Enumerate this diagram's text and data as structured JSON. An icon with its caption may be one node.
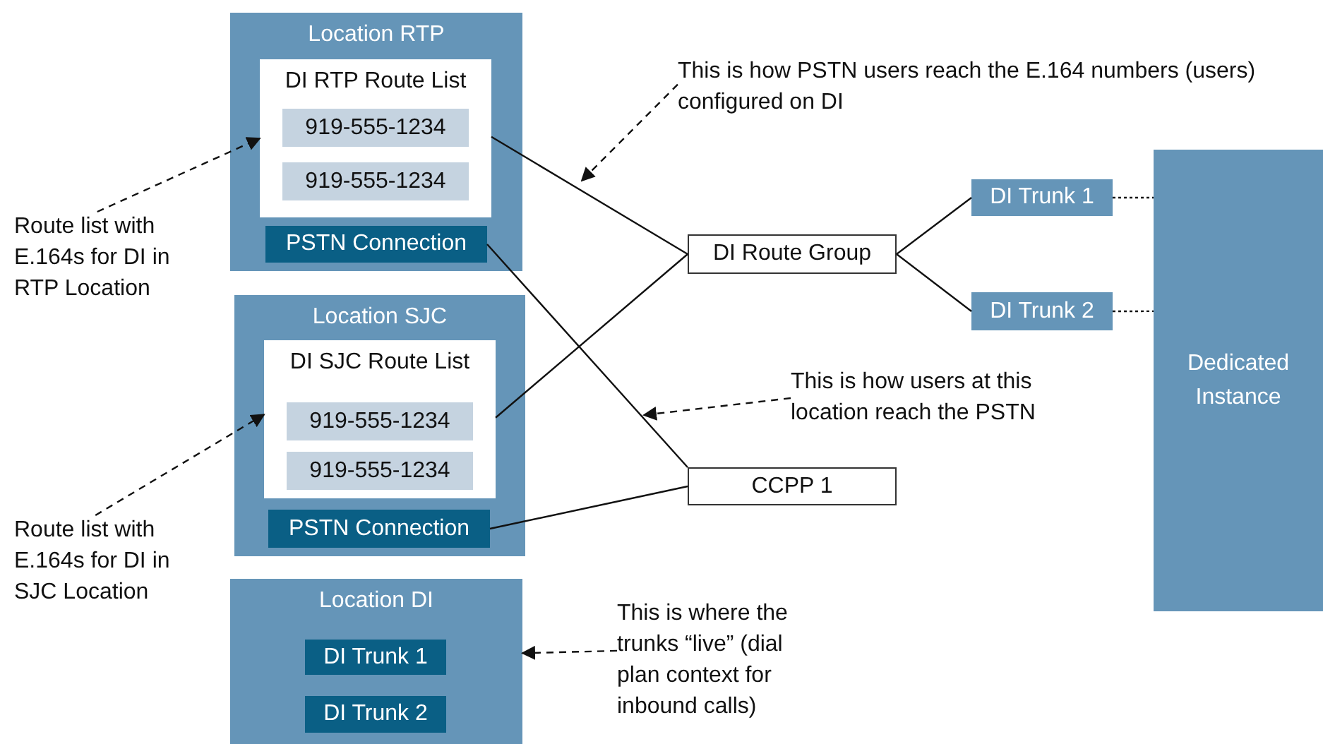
{
  "diagram": {
    "nodes": [
      {
        "text": [
          "Location RTP"
        ]
      },
      {
        "text": [
          "DI RTP Route List"
        ],
        "in": 0
      },
      {
        "text": [
          "919-555-1234"
        ],
        "in": 1
      },
      {
        "text": [
          "919-555-1234"
        ],
        "in": 1
      },
      {
        "text": [
          "PSTN Connection"
        ],
        "in": 0
      },
      {
        "text": [
          "Location SJC"
        ]
      },
      {
        "text": [
          "DI SJC Route List"
        ],
        "in": 5
      },
      {
        "text": [
          "919-555-1234"
        ],
        "in": 6
      },
      {
        "text": [
          "919-555-1234"
        ],
        "in": 6
      },
      {
        "text": [
          "PSTN Connection"
        ],
        "in": 5
      },
      {
        "text": [
          "Location DI"
        ]
      },
      {
        "text": [
          "DI Trunk 1"
        ],
        "in": 10
      },
      {
        "text": [
          "DI Trunk 2"
        ],
        "in": 10
      },
      {
        "text": [
          "DI Route Group"
        ]
      },
      {
        "text": [
          "CCPP 1"
        ]
      },
      {
        "text": [
          "DI Trunk 1"
        ]
      },
      {
        "text": [
          "DI Trunk 2"
        ]
      },
      {
        "text": [
          "Dedicated Instance"
        ]
      },
      {
        "text": [
          "Route list with E.164s for DI in RTP Location"
        ]
      },
      {
        "text": [
          "Route list with E.164s for DI in SJC Location"
        ]
      },
      {
        "text": [
          "This is how PSTN users reach the E.164 numbers (users) configured on DI"
        ]
      },
      {
        "text": [
          "This is how users at this location reach the PSTN"
        ]
      },
      {
        "text": [
          "This is where the trunks “live” (dial plan context for inbound calls)"
        ]
      }
    ],
    "edges": [
      {
        "from": 1,
        "to": 13,
        "arrow": "none"
      },
      {
        "from": 6,
        "to": 13,
        "arrow": "none"
      },
      {
        "from": 4,
        "to": 14,
        "arrow": "none"
      },
      {
        "from": 9,
        "to": 14,
        "arrow": "none"
      },
      {
        "from": 13,
        "to": 15,
        "arrow": "none"
      },
      {
        "from": 13,
        "to": 16,
        "arrow": "none"
      },
      {
        "from": 15,
        "to": 17,
        "arrow": "none",
        "style": "dashed"
      },
      {
        "from": 16,
        "to": 17,
        "arrow": "none",
        "style": "dashed"
      },
      {
        "from": 18,
        "to": 1,
        "arrow": "to",
        "style": "dashed"
      },
      {
        "from": 19,
        "to": 6,
        "arrow": "to",
        "style": "dashed"
      },
      {
        "from": 20,
        "to": null,
        "arrow": "to",
        "style": "dashed"
      },
      {
        "from": 21,
        "to": null,
        "arrow": "to",
        "style": "dashed"
      },
      {
        "from": 22,
        "to": 10,
        "arrow": "to",
        "style": "dashed"
      }
    ]
  }
}
